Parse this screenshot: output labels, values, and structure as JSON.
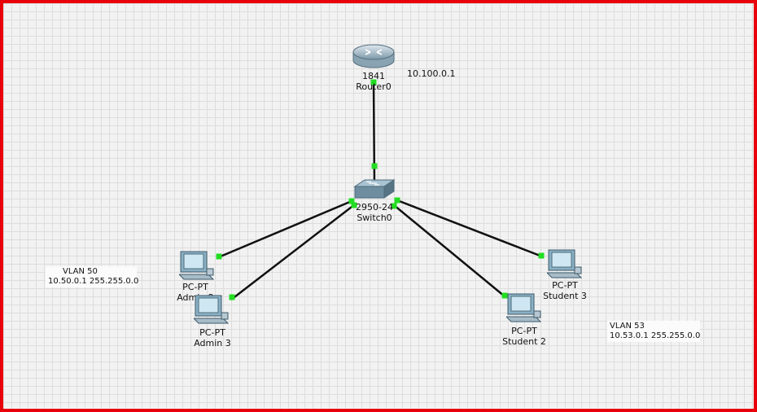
{
  "devices": {
    "router": {
      "model": "1841",
      "name": "Router0",
      "ip": "10.100.0.1"
    },
    "switch": {
      "model": "2950-24",
      "name": "Switch0"
    },
    "admin2": {
      "model": "PC-PT",
      "name": "Admin 2"
    },
    "admin3": {
      "model": "PC-PT",
      "name": "Admin 3"
    },
    "student2": {
      "model": "PC-PT",
      "name": "Student 2"
    },
    "student3": {
      "model": "PC-PT",
      "name": "Student 3"
    }
  },
  "notes": {
    "vlan50": {
      "title": "VLAN 50",
      "address": "10.50.0.1 255.255.0.0"
    },
    "vlan53": {
      "title": "VLAN 53",
      "address": "10.53.0.1 255.255.0.0"
    }
  },
  "colors": {
    "border": "#e8000b",
    "link_up": "#22dd22",
    "cable": "#111111"
  }
}
